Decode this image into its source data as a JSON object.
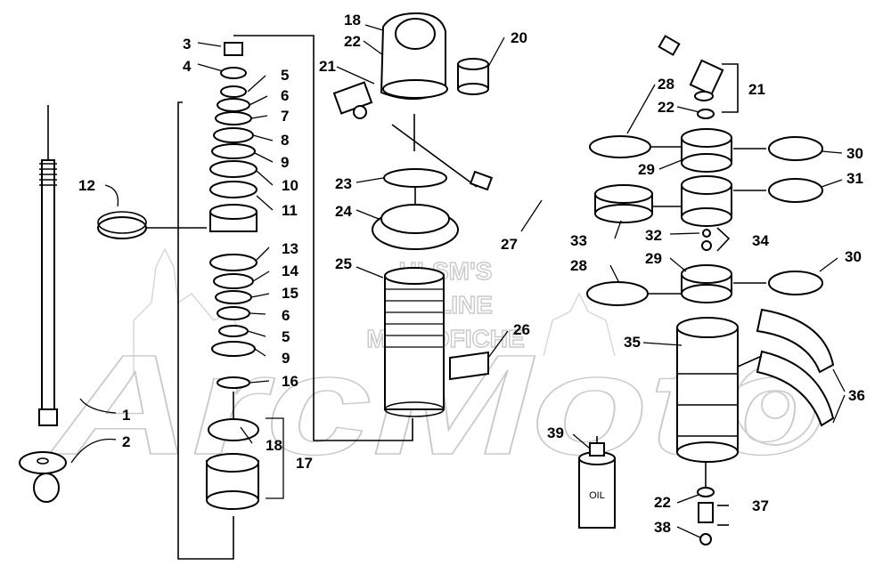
{
  "watermark": {
    "site": "HLSM'S",
    "line2": "ONLINE",
    "line3": "MICROFICHE",
    "logo": "ArcMoto"
  },
  "labels": [
    "1",
    "2",
    "3",
    "4",
    "5",
    "6",
    "7",
    "8",
    "9",
    "10",
    "11",
    "12",
    "13",
    "14",
    "15",
    "6",
    "5",
    "9",
    "16",
    "18",
    "17",
    "18",
    "22",
    "21",
    "20",
    "23",
    "24",
    "25",
    "26",
    "27",
    "28",
    "22",
    "21",
    "29",
    "30",
    "31",
    "33",
    "32",
    "34",
    "28",
    "29",
    "30",
    "35",
    "36",
    "39",
    "22",
    "37",
    "38"
  ],
  "bottle_text": "OIL",
  "colors": {
    "line": "#000000",
    "watermark": "#c9c9c9",
    "background": "#ffffff"
  }
}
